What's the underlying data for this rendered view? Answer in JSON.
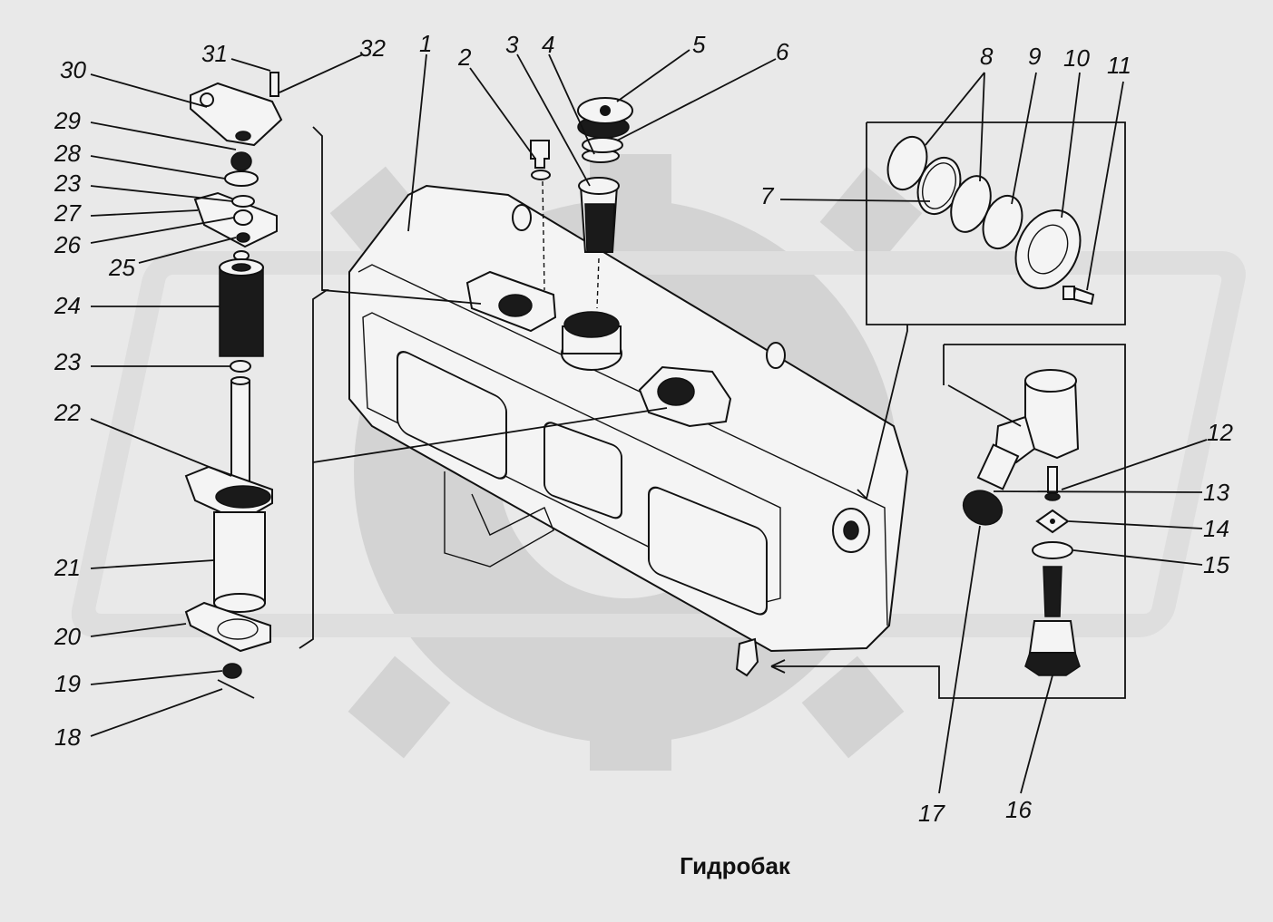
{
  "caption": "Гидробак",
  "labels": {
    "n1": "1",
    "n2": "2",
    "n3": "3",
    "n4": "4",
    "n5": "5",
    "n6": "6",
    "n7": "7",
    "n8": "8",
    "n9": "9",
    "n10": "10",
    "n11": "11",
    "n12": "12",
    "n13": "13",
    "n14": "14",
    "n15": "15",
    "n16": "16",
    "n17": "17",
    "n18": "18",
    "n19": "19",
    "n20": "20",
    "n21": "21",
    "n22": "22",
    "n23a": "23",
    "n23b": "23",
    "n24": "24",
    "n25": "25",
    "n26": "26",
    "n27": "27",
    "n28": "28",
    "n29": "29",
    "n30": "30",
    "n31": "31",
    "n32": "32"
  }
}
